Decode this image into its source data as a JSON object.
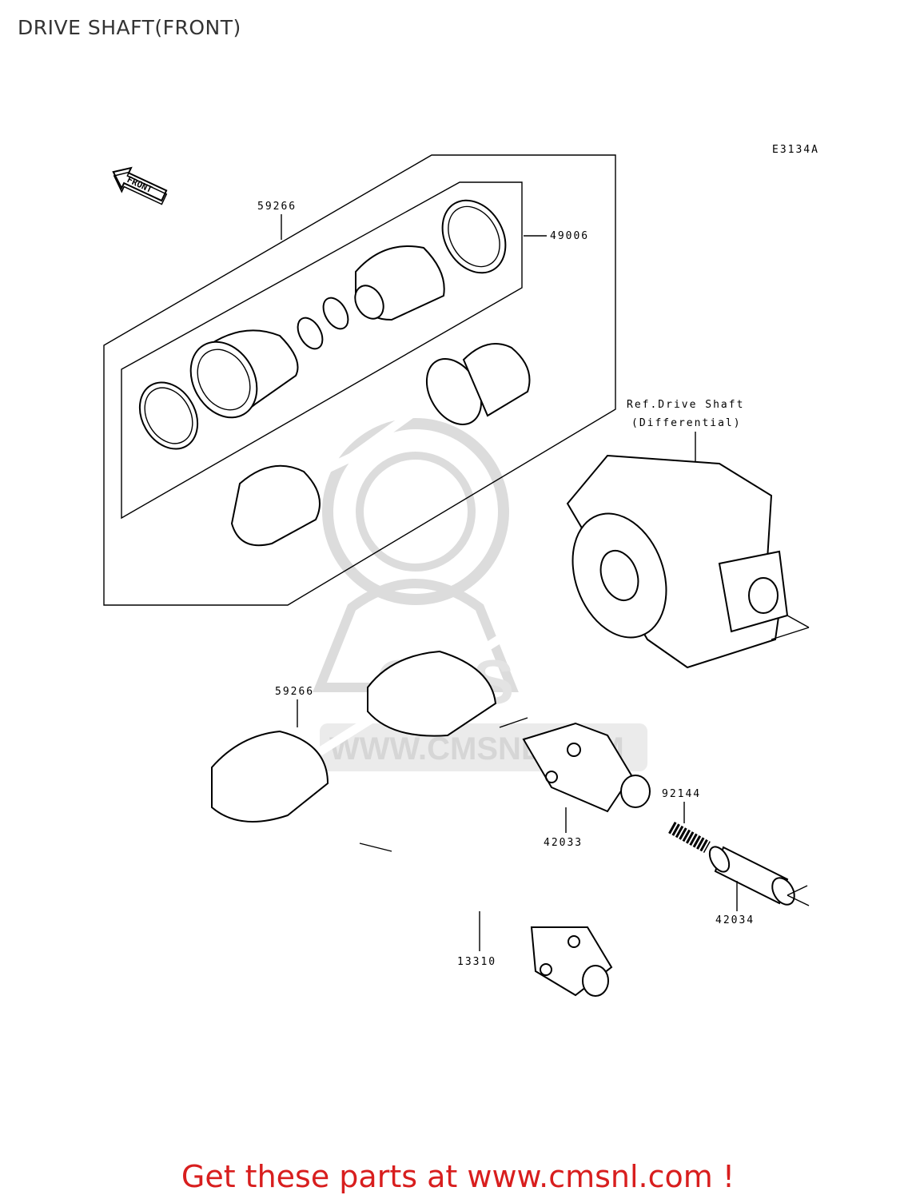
{
  "page": {
    "title": "DRIVE SHAFT(FRONT)",
    "promo": "Get these parts at www.cmsnl.com !"
  },
  "diagram": {
    "code": "E3134A",
    "front_label": "FRONT",
    "ref_note_line1": "Ref.Drive Shaft",
    "ref_note_line2": "(Differential)",
    "watermark": "WWW.CMSNL.COM",
    "parts": {
      "shaft_assy_upper": "59266",
      "boot_kit": "49006",
      "shaft_assy_lower": "59266",
      "yoke": "42033",
      "spring": "92144",
      "sleeve": "42034",
      "propeller_shaft": "13310"
    }
  },
  "colors": {
    "promo": "#d81e1e",
    "title": "#333333",
    "watermark": "#d9d9d9"
  }
}
